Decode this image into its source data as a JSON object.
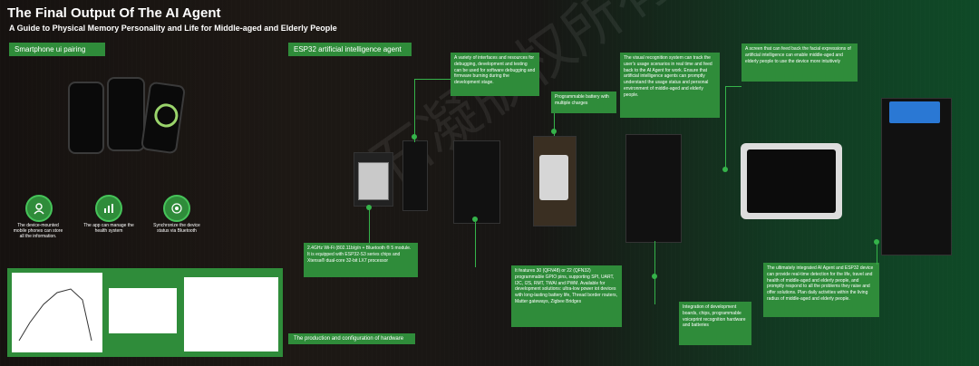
{
  "header": {
    "title": "The Final Output Of The AI Agent",
    "subtitle": "A Guide to Physical Memory Personality and Life for Middle-aged and Elderly People"
  },
  "sections": {
    "smartphone": "Smartphone ui pairing",
    "esp32": "ESP32 artificial intelligence agent",
    "production": "The production and configuration of hardware"
  },
  "features": [
    {
      "text": "The device-mounted mobile phones can store all the information.",
      "icon": "person-icon"
    },
    {
      "text": "The app can manage the health system",
      "icon": "chart-icon"
    },
    {
      "text": "Synchronize the device status via Bluetooth",
      "icon": "broadcast-icon"
    }
  ],
  "callouts": {
    "wifi": "2.4GHz Wi-Fi (802.11b/g/n + Bluetooth ® 5 module. It is equipped with ESP32-S3 series chips and Xtensa® dual-core 32-bit LX7 processor",
    "interfaces": "A variety of interfaces and resources for debugging, development and testing can be used for software debugging and firmware burning during the development stage.",
    "battery": "Programmable battery with multiple charges",
    "gpio": "It features 30 (QFN48) or 22 (QFN32) programmable GPIO pins, supporting SPI, UART, I2C, I2S, RMT, TWAI and PWM. Available for development solutions: ultra-low power iot devices with long-lasting battery life, Thread border routers, Matter gateways, Zigbee Bridges",
    "vision": "The visual recognition system can track the user's usage scenarios in real time and feed back to the AI Agent for work. Ensure that artificial intelligence agents can promptly understand the usage status and personal environment of middle-aged and elderly people.",
    "integration": "Integration of development boards, chips, programmable voiceprint recognition hardware and batteries",
    "screen": "A screen that can feed back the facial expressions of artificial intelligence can enable middle-aged and elderly people to use the device more intuitively",
    "final": "The ultimately integrated AI Agent and ESP32 device can provide real-time detection for the life, travel and health of middle-aged and elderly people, and promptly respond to all the problems they raise and offer solutions. Plan daily activities within the living radius of middle-aged and elderly people."
  },
  "watermark": "石凝版权所有",
  "colors": {
    "accent": "#2f8c3a",
    "line": "#35b34a"
  }
}
